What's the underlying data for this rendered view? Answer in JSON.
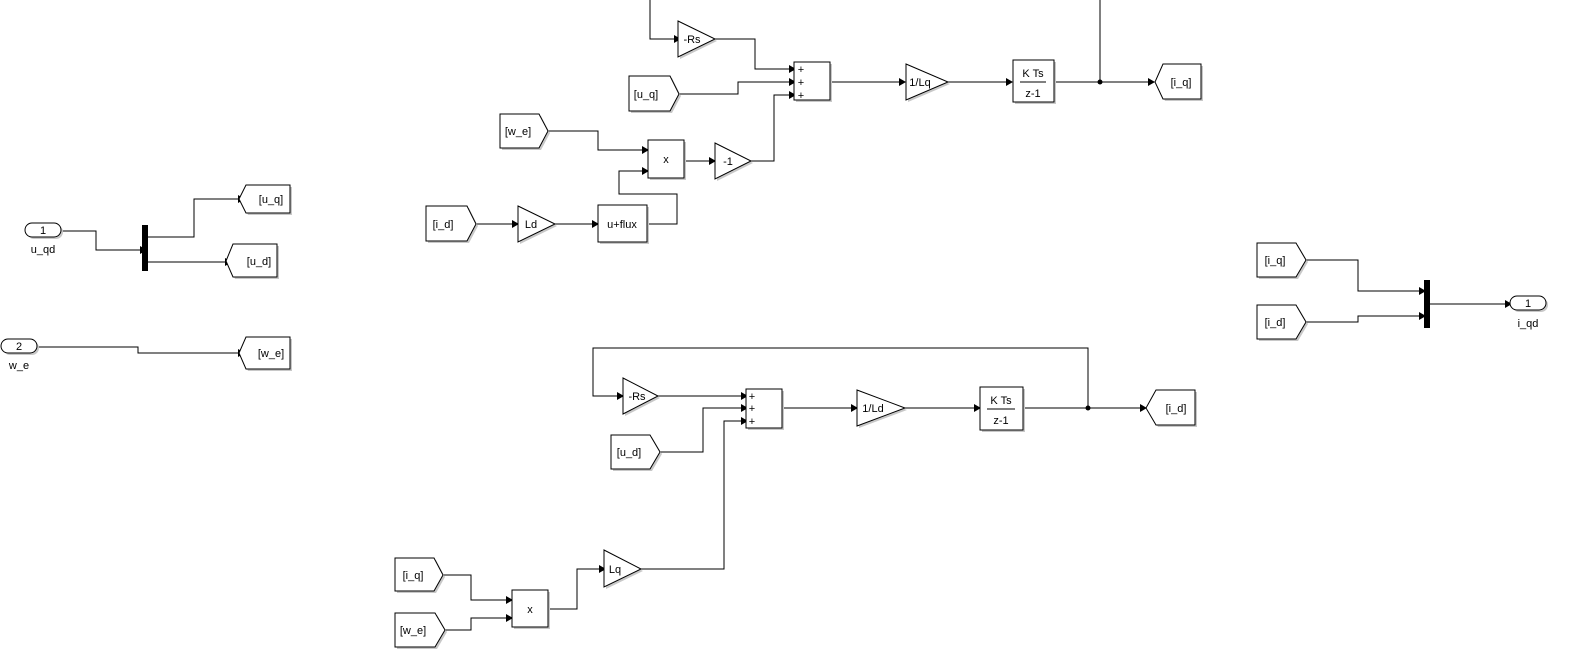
{
  "inports": [
    {
      "number": "1",
      "name": "u_qd"
    },
    {
      "number": "2",
      "name": "w_e"
    }
  ],
  "outport": {
    "number": "1",
    "name": "i_qd"
  },
  "goto_tags": {
    "u_q": "[u_q]",
    "u_d": "[u_d]",
    "w_e": "[w_e]",
    "i_q": "[i_q]",
    "i_d": "[i_d]"
  },
  "q_axis": {
    "from_w_e": "[w_e]",
    "from_u_q": "[u_q]",
    "from_i_d": "[i_d]",
    "gain_rs": "-Rs",
    "sum_signs": [
      "+",
      "+",
      "+"
    ],
    "gain_inv_l": "1/Lq",
    "integrator_num": "K Ts",
    "integrator_den": "z-1",
    "product": "x",
    "gain_neg": "-1",
    "gain_l": "Ld",
    "flux_fcn": "u+flux"
  },
  "d_axis": {
    "from_u_d": "[u_d]",
    "from_i_q": "[i_q]",
    "from_w_e": "[w_e]",
    "gain_rs": "-Rs",
    "sum_signs": [
      "+",
      "+",
      "+"
    ],
    "gain_inv_l": "1/Ld",
    "integrator_num": "K Ts",
    "integrator_den": "z-1",
    "product": "x",
    "gain_l": "Lq"
  },
  "output_mux": {
    "from_i_q": "[i_q]",
    "from_i_d": "[i_d]"
  }
}
